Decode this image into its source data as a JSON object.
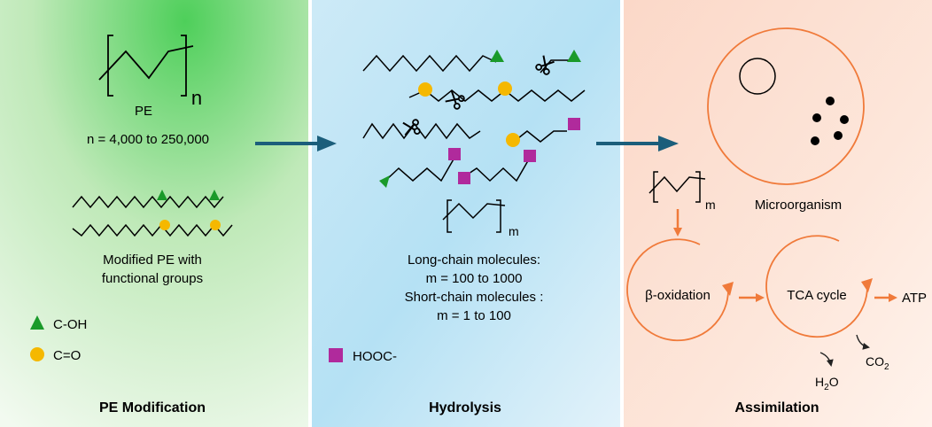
{
  "panels": {
    "modification": {
      "title": "PE Modification",
      "polymer_label": "PE",
      "polymer_subscript": "n",
      "chain_length": "n = 4,000 to 250,000",
      "modified_line1": "Modified PE with",
      "modified_line2": "functional groups"
    },
    "hydrolysis": {
      "title": "Hydrolysis",
      "unit_subscript": "m",
      "long_chain_line1": "Long-chain molecules:",
      "long_chain_line2": "m = 100 to 1000",
      "short_chain_line1": "Short-chain molecules :",
      "short_chain_line2": "m = 1 to 100"
    },
    "assimilation": {
      "title": "Assimilation",
      "unit_subscript": "m",
      "microorganism": "Microorganism",
      "beta_oxidation": "β-oxidation",
      "tca_cycle": "TCA cycle",
      "atp": "ATP",
      "water": "H",
      "water_sub": "2",
      "water_end": "O",
      "co2": "CO",
      "co2_sub": "2"
    }
  },
  "legend": {
    "hydroxyl": "C-OH",
    "carbonyl": "C=O",
    "carboxyl": "HOOC-"
  },
  "colors": {
    "hydroxyl_triangle": "#1a9a2a",
    "carbonyl_circle": "#f5b800",
    "carboxyl_square": "#b02a9c",
    "process_arrow": "#1b5e7b",
    "pathway_orange": "#f07a3a"
  }
}
